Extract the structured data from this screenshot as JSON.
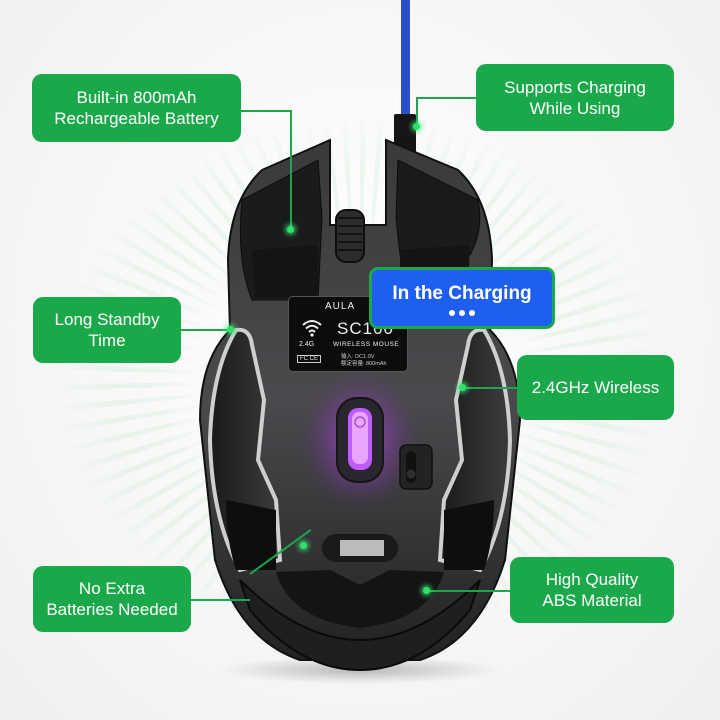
{
  "product": {
    "brand": "AULA",
    "model": "SC100",
    "subtitle": "WIRELESS MOUSE",
    "frequency_label": "2.4G",
    "cert_marks": "FC CE",
    "spec_lines": [
      "输入: DC1.0V",
      "额定容量: 800mAh"
    ]
  },
  "status_badge": {
    "label": "In the Charging",
    "indicator": "•••",
    "bg_color": "#1e5ff0",
    "border_color": "#1ba84a"
  },
  "callouts": [
    {
      "id": "battery",
      "text_lines": [
        "Built-in 800mAh",
        "Rechargeable Battery"
      ]
    },
    {
      "id": "charging-while-using",
      "text_lines": [
        "Supports Charging",
        "While Using"
      ]
    },
    {
      "id": "standby",
      "text_lines": [
        "Long Standby",
        "Time"
      ]
    },
    {
      "id": "wireless",
      "text_lines": [
        "2.4GHz Wireless"
      ]
    },
    {
      "id": "no-batteries",
      "text_lines": [
        "No Extra",
        "Batteries Needed"
      ]
    },
    {
      "id": "abs-material",
      "text_lines": [
        "High Quality",
        "ABS Material"
      ]
    }
  ],
  "colors": {
    "callout_green": "#1ba84a",
    "cable_blue": "#2a4fc8",
    "led_purple": "#c04cff",
    "mouse_body": "#2b2b2d"
  }
}
